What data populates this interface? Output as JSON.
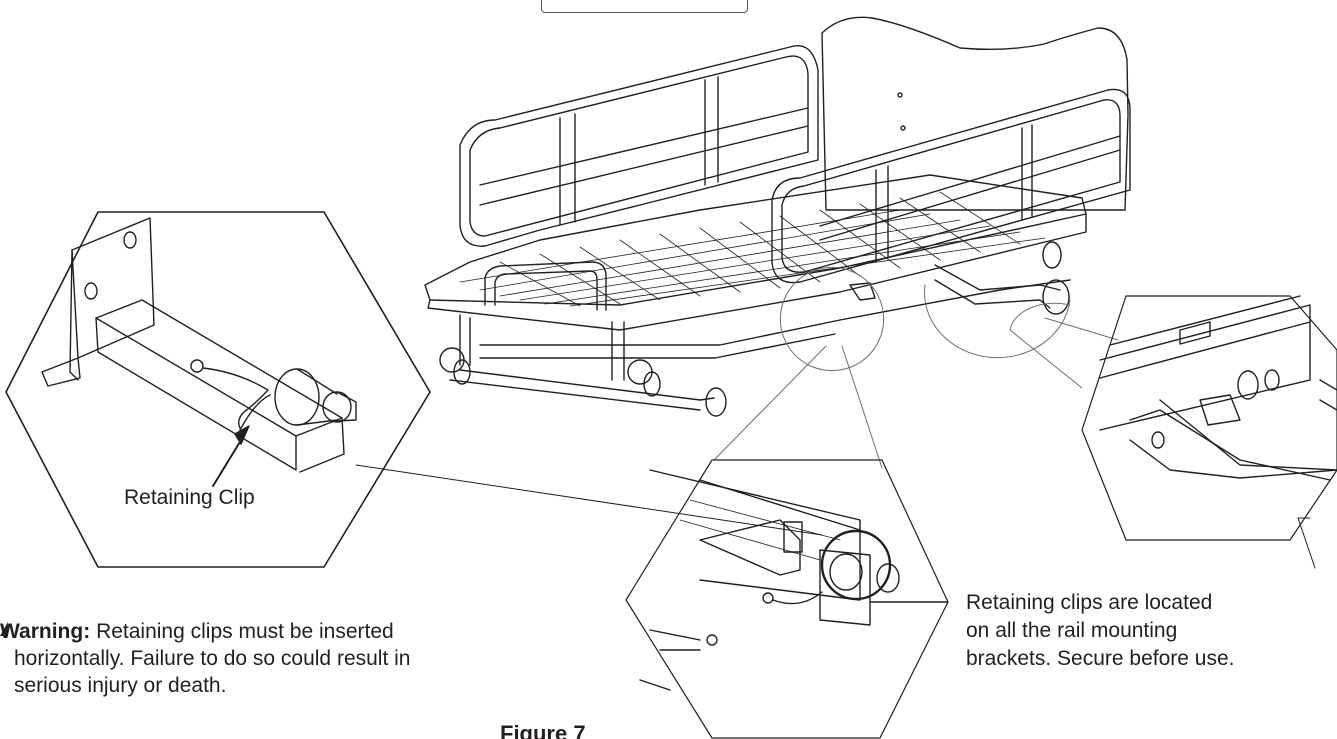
{
  "callouts": {
    "retaining_clip_label": "Retaining Clip",
    "mounting_note_lines": [
      "Retaining clips are located",
      "on all the rail mounting",
      "brackets. Secure before use."
    ]
  },
  "warning": {
    "icon": "warning-triangle-icon",
    "label": "Warning:",
    "lines": [
      "Retaining clips must be inserted",
      "horizontally. Failure to do so could result in",
      "serious injury or death."
    ]
  },
  "figure": {
    "caption": "Figure 7"
  },
  "colors": {
    "line": "#231f20",
    "background": "#ffffff"
  }
}
